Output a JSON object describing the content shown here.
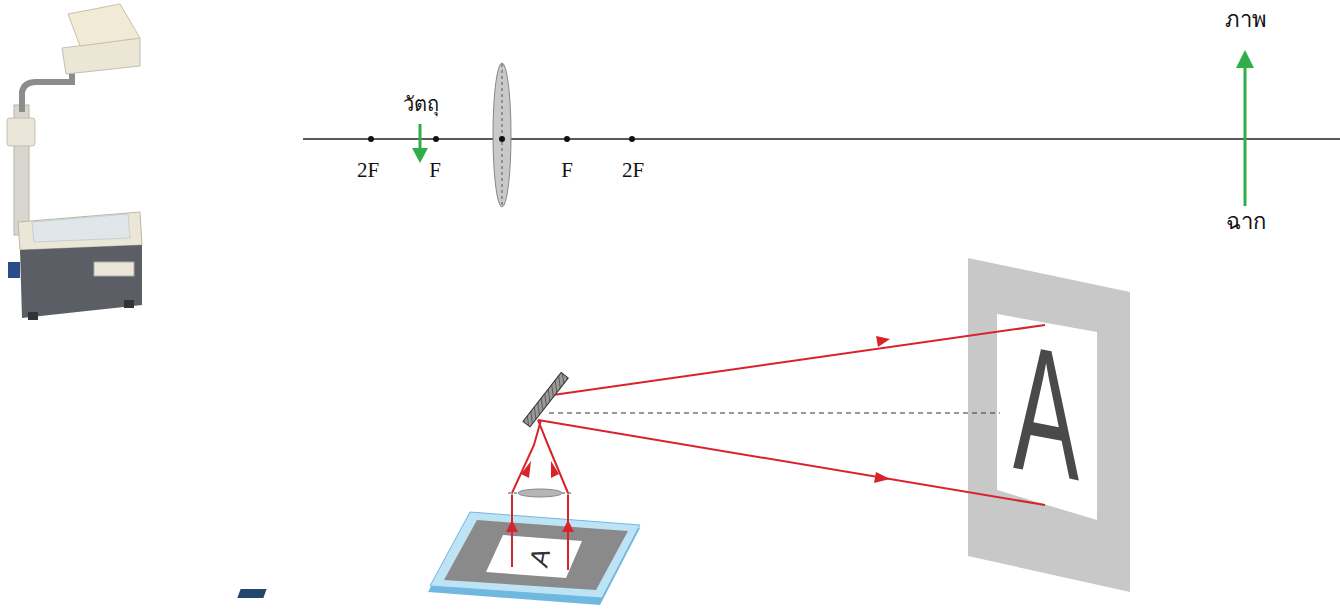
{
  "diagram": {
    "labels": [
      "ภาพ",
      "วัตถุ",
      "2F",
      "F",
      "F",
      "2F",
      "ฉาก",
      "A",
      "A"
    ]
  }
}
